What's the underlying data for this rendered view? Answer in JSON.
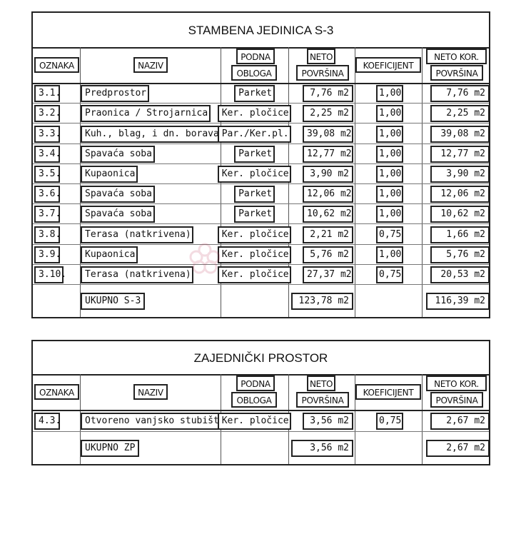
{
  "table1": {
    "title": "STAMBENA JEDINICA S-3",
    "headers": {
      "oznaka": "OZNAKA",
      "naziv": "NAZIV",
      "podna_1": "PODNA",
      "podna_2": "OBLOGA",
      "neto_1": "NETO",
      "neto_2": "POVRŠINA",
      "koef": "KOEFICIJENT",
      "netokor_1": "NETO KOR.",
      "netokor_2": "POVRŠINA"
    },
    "rows": [
      {
        "oznaka": "3.1.",
        "naziv": "Predprostor",
        "obloga": "Parket",
        "neto": "7,76 m2",
        "koef": "1,00",
        "kor": "7,76 m2"
      },
      {
        "oznaka": "3.2.",
        "naziv": "Praonica / Strojarnica",
        "obloga": "Ker. pločice",
        "neto": "2,25 m2",
        "koef": "1,00",
        "kor": "2,25 m2"
      },
      {
        "oznaka": "3.3.",
        "naziv": "Kuh., blag, i dn. boravak",
        "obloga": "Par./Ker.pl.",
        "neto": "39,08 m2",
        "koef": "1,00",
        "kor": "39,08 m2"
      },
      {
        "oznaka": "3.4.",
        "naziv": "Spavaća soba",
        "obloga": "Parket",
        "neto": "12,77 m2",
        "koef": "1,00",
        "kor": "12,77 m2"
      },
      {
        "oznaka": "3.5.",
        "naziv": "Kupaonica",
        "obloga": "Ker. pločice",
        "neto": "3,90 m2",
        "koef": "1,00",
        "kor": "3,90 m2"
      },
      {
        "oznaka": "3.6.",
        "naziv": "Spavaća soba",
        "obloga": "Parket",
        "neto": "12,06 m2",
        "koef": "1,00",
        "kor": "12,06 m2"
      },
      {
        "oznaka": "3.7.",
        "naziv": "Spavaća soba",
        "obloga": "Parket",
        "neto": "10,62 m2",
        "koef": "1,00",
        "kor": "10,62 m2"
      },
      {
        "oznaka": "3.8.",
        "naziv": "Terasa (natkrivena)",
        "obloga": "Ker. pločice",
        "neto": "2,21 m2",
        "koef": "0,75",
        "kor": "1,66 m2"
      },
      {
        "oznaka": "3.9.",
        "naziv": "Kupaonica",
        "obloga": "Ker. pločice",
        "neto": "5,76 m2",
        "koef": "1,00",
        "kor": "5,76 m2"
      },
      {
        "oznaka": "3.10.",
        "naziv": "Terasa (natkrivena)",
        "obloga": "Ker. pločice",
        "neto": "27,37 m2",
        "koef": "0,75",
        "kor": "20,53 m2"
      }
    ],
    "total": {
      "label": "UKUPNO S-3",
      "neto": "123,78 m2",
      "kor": "116,39 m2"
    }
  },
  "table2": {
    "title": "ZAJEDNIČKI PROSTOR",
    "headers": {
      "oznaka": "OZNAKA",
      "naziv": "NAZIV",
      "podna_1": "PODNA",
      "podna_2": "OBLOGA",
      "neto_1": "NETO",
      "neto_2": "POVRŠINA",
      "koef": "KOEFICIJENT",
      "netokor_1": "NETO KOR.",
      "netokor_2": "POVRŠINA"
    },
    "rows": [
      {
        "oznaka": "4.3.",
        "naziv": "Otvoreno vanjsko stubište",
        "obloga": "Ker. pločice",
        "neto": "3,56 m2",
        "koef": "0,75",
        "kor": "2,67 m2"
      }
    ],
    "total": {
      "label": "UKUPNO ZP",
      "neto": "3,56 m2",
      "kor": "2,67 m2"
    }
  },
  "watermark": {
    "icon": "flower-logo-icon"
  }
}
